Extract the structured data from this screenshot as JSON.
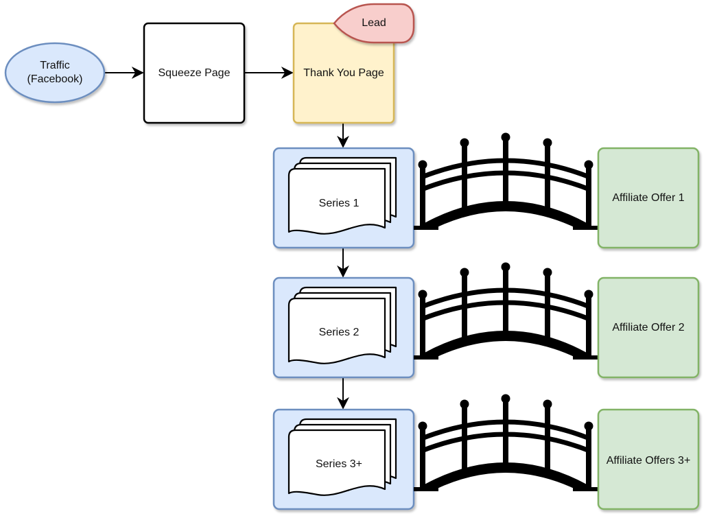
{
  "nodes": {
    "traffic": {
      "line1": "Traffic",
      "line2": "(Facebook)"
    },
    "squeeze": {
      "label": "Squeeze Page"
    },
    "thankyou": {
      "label": "Thank You Page"
    },
    "lead": {
      "label": "Lead"
    },
    "series": [
      {
        "label": "Series 1"
      },
      {
        "label": "Series 2"
      },
      {
        "label": "Series 3+"
      }
    ],
    "offers": [
      {
        "label": "Affiliate Offer 1"
      },
      {
        "label": "Affiliate Offer 2"
      },
      {
        "label": "Affiliate Offers 3+"
      }
    ]
  },
  "colors": {
    "traffic_fill": "#dae8fc",
    "traffic_stroke": "#6c8ebf",
    "thankyou_fill": "#fff2cc",
    "thankyou_stroke": "#d6b656",
    "lead_fill": "#f8cecc",
    "lead_stroke": "#b85450",
    "series_fill": "#dae8fc",
    "series_stroke": "#6c8ebf",
    "offer_fill": "#d5e8d4",
    "offer_stroke": "#82b366",
    "line": "#000000"
  },
  "icons": {
    "bridge": "bridge-icon",
    "documents": "multiple-documents-icon"
  }
}
